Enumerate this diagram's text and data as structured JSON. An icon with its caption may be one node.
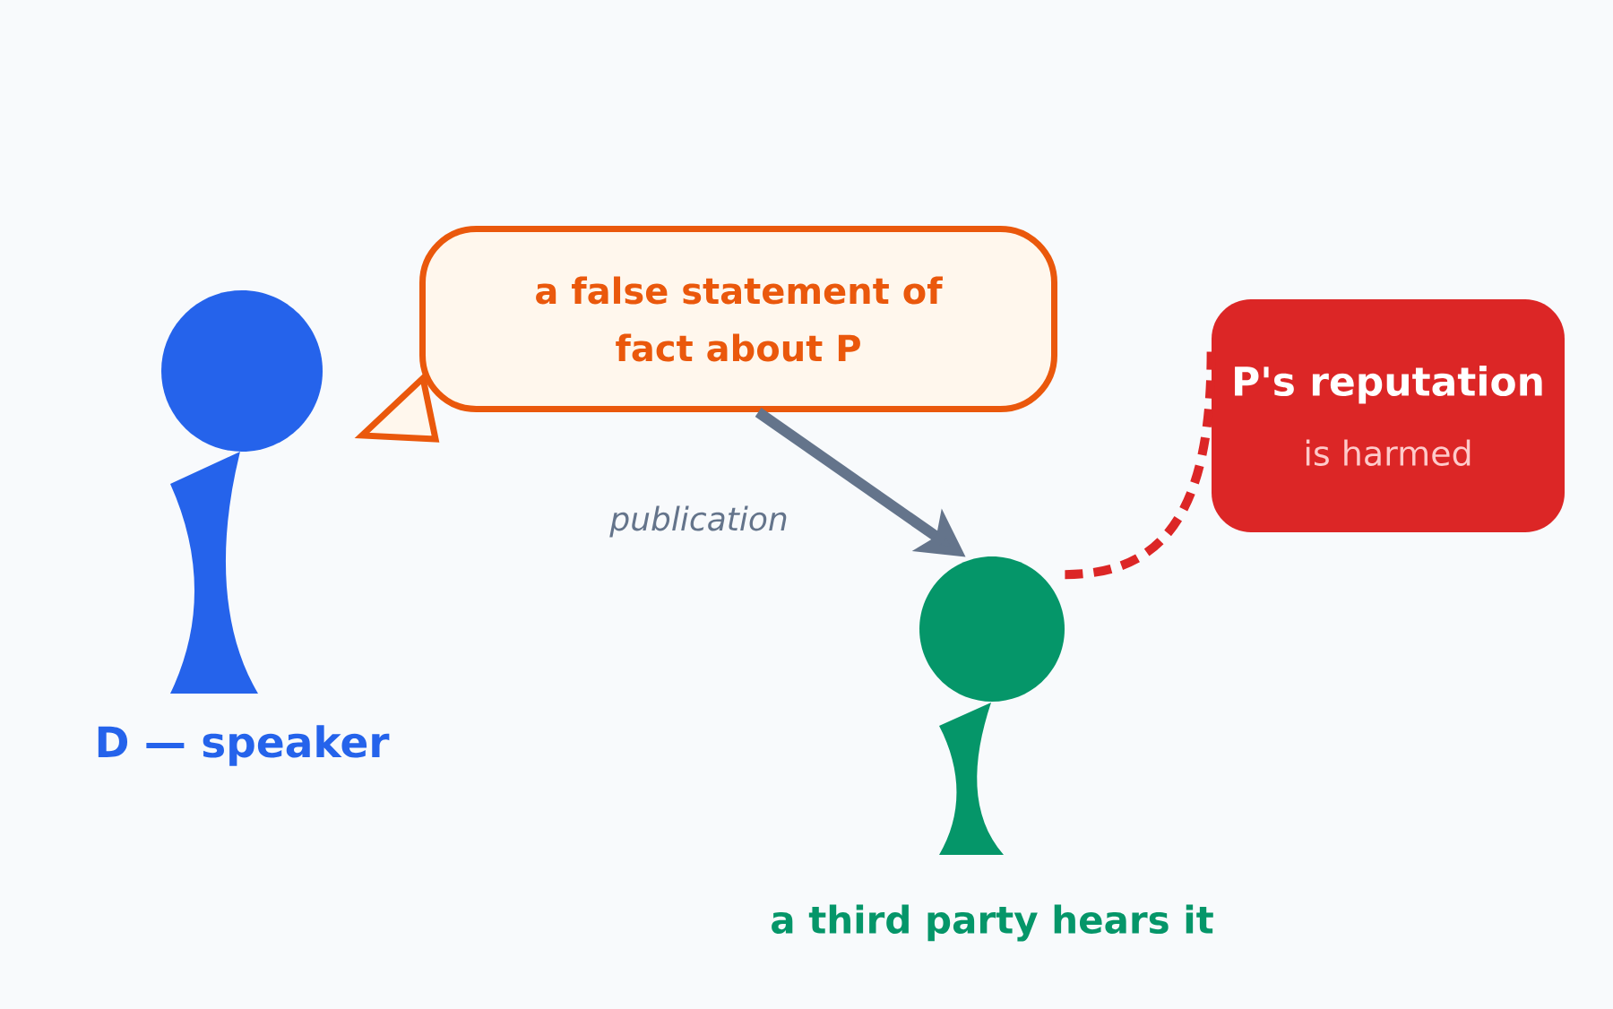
{
  "diagram": {
    "nodes": [
      {
        "text": [],
        "shape": "person",
        "beside": [
          "D — speaker"
        ]
      },
      {
        "text": [
          "a false statement of fact about P"
        ]
      },
      {
        "text": [],
        "shape": "person",
        "beside": [
          "a third party hears it"
        ]
      },
      {
        "text": [
          "P's reputation",
          "is harmed"
        ]
      }
    ],
    "edges": [
      {
        "from": 1,
        "to": 2,
        "arrow": "to",
        "label": "publication"
      },
      {
        "from": 2,
        "to": 3,
        "arrow": "none",
        "style": "dashed",
        "color": "#dc2626"
      }
    ]
  }
}
